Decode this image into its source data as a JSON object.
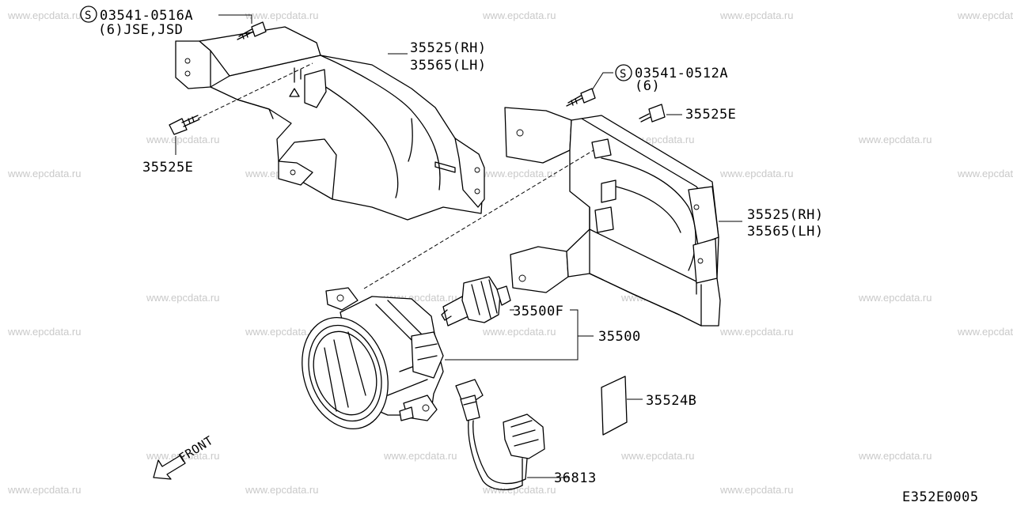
{
  "watermark": "www.epcdata.ru",
  "callouts": {
    "top_screw_code": "03541-0516A",
    "top_screw_note": "(6)JSE,JSD",
    "left_bracket_rh": "35525(RH)",
    "left_bracket_lh": "35565(LH)",
    "left_bolt": "35525E",
    "right_screw_code": "03541-0512A",
    "right_screw_qty": "(6)",
    "right_bolt": "35525E",
    "right_bracket_rh": "35525(RH)",
    "right_bracket_lh": "35565(LH)",
    "bulb": "35500F",
    "lamp": "35500",
    "label_part": "35524B",
    "harness": "36813",
    "front": "FRONT",
    "standard_symbol": "S"
  },
  "figure_code": "E352E0005"
}
